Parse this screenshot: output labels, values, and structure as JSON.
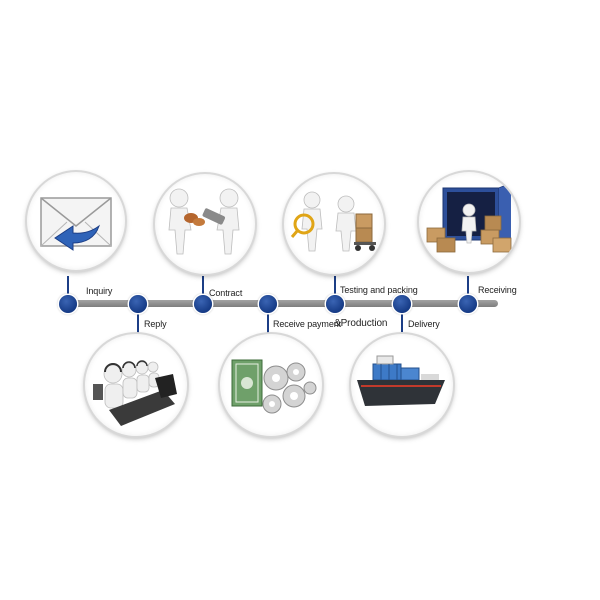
{
  "steps": {
    "inquiry": {
      "label": "Inquiry"
    },
    "reply": {
      "label": "Reply"
    },
    "contract": {
      "label": "Contract"
    },
    "payment": {
      "label": "Receive payment"
    },
    "production": {
      "label": "&Production"
    },
    "testing": {
      "label": "Testing and packing"
    },
    "delivery": {
      "label": "Delivery"
    },
    "receiving": {
      "label": "Receiving"
    }
  },
  "colors": {
    "node": "#1c4692",
    "bar": "#8f8f8f",
    "envelope_arrow": "#2f63b8",
    "ship_hull": "#2f3338",
    "containers": "#3d7ac7"
  }
}
